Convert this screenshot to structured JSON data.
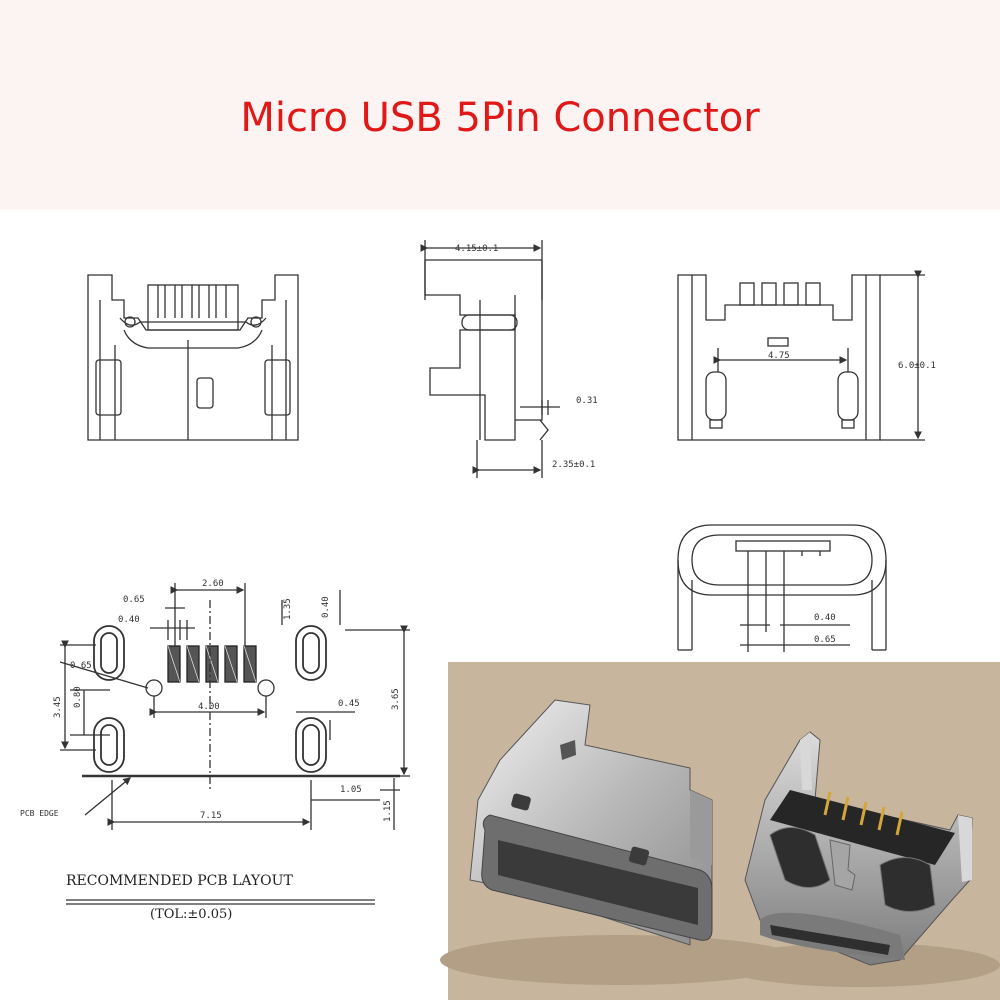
{
  "title": "Micro USB 5Pin Connector",
  "colors": {
    "title": "#e01818",
    "banner": "#fcf4f2",
    "line": "#333333",
    "photo_bg": "#c9b49a"
  },
  "side_view": {
    "width": "4.15±0.1",
    "tail": "0.31",
    "height_off": "2.35±0.1"
  },
  "back_view": {
    "hole_span": "4.75",
    "height": "6.0±0.1"
  },
  "front_view": {
    "pitch_small": "0.40",
    "pitch": "0.65"
  },
  "pcb_layout": {
    "dims": {
      "d260": "2.60",
      "d065": "0.65",
      "d040": "0.40",
      "d135": "1.35",
      "d040r": "0.40",
      "d065l": "0.65",
      "d345": "3.45",
      "d080": "0.80",
      "d400": "4.00",
      "d045": "0.45",
      "d365": "3.65",
      "d105": "1.05",
      "d715": "7.15",
      "d115": "1.15"
    },
    "pcb_edge": "PCB EDGE",
    "caption": "RECOMMENDED PCB LAYOUT",
    "tolerance": "(TOL:±0.05)"
  },
  "photo": {
    "subject": "micro-usb-connector-photo"
  }
}
